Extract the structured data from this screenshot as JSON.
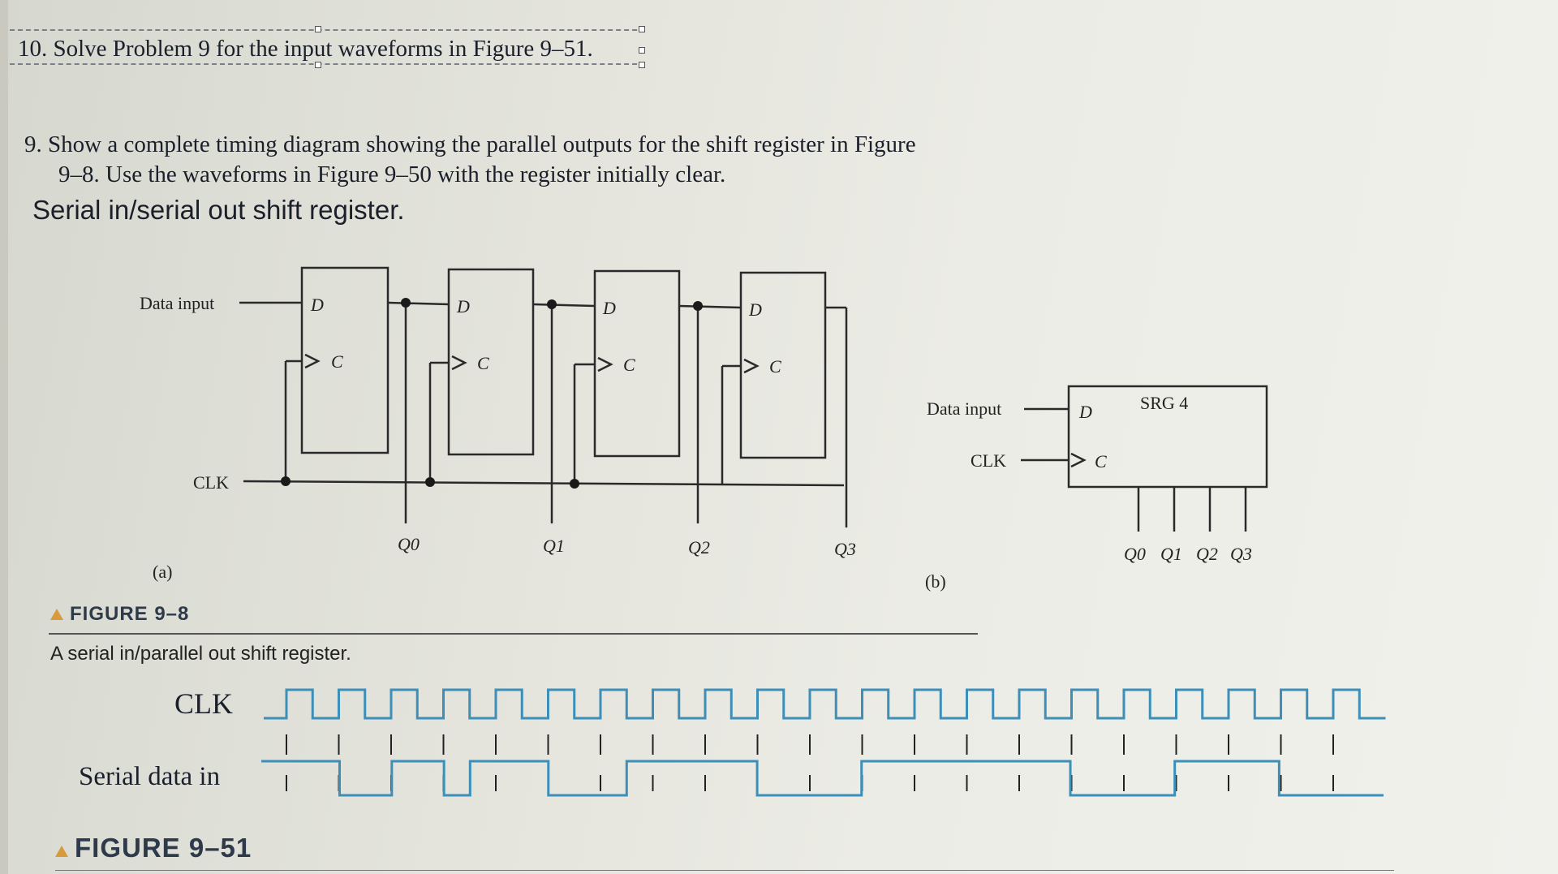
{
  "problem10": {
    "number": "10.",
    "text": "Solve Problem 9 for the input waveforms in Figure 9–51."
  },
  "problem9": {
    "number": "9.",
    "line1": "Show a complete timing diagram showing the parallel outputs for the shift register in Figure",
    "line2": "9–8. Use the waveforms in Figure 9–50 with the register initially clear."
  },
  "section_header": "Serial in/serial out shift register.",
  "figure_9_8": {
    "part_a": {
      "label": "(a)",
      "data_input": "Data input",
      "clk": "CLK",
      "d_label": "D",
      "c_label": "C",
      "outputs": [
        "Q0",
        "Q1",
        "Q2",
        "Q3"
      ]
    },
    "part_b": {
      "label": "(b)",
      "data_input": "Data input",
      "clk": "CLK",
      "block_name": "SRG 4",
      "d_label": "D",
      "c_label": "C",
      "outputs": [
        "Q0",
        "Q1",
        "Q2",
        "Q3"
      ]
    },
    "caption_title": "FIGURE 9–8",
    "caption_text": "A serial in/parallel out shift register."
  },
  "figure_9_51": {
    "clk_label": "CLK",
    "data_label": "Serial data in",
    "caption_title": "FIGURE 9–51",
    "clock_pulses": 21,
    "serial_data": [
      1,
      1,
      1,
      0,
      0,
      1,
      1,
      0,
      1,
      1,
      1,
      0,
      0,
      0,
      1,
      1,
      1,
      1,
      1,
      0,
      0,
      0,
      0,
      1,
      1,
      1,
      1,
      1,
      1,
      1,
      1,
      0,
      0,
      0,
      0,
      1,
      1,
      1,
      1,
      0,
      0,
      0,
      0
    ]
  }
}
